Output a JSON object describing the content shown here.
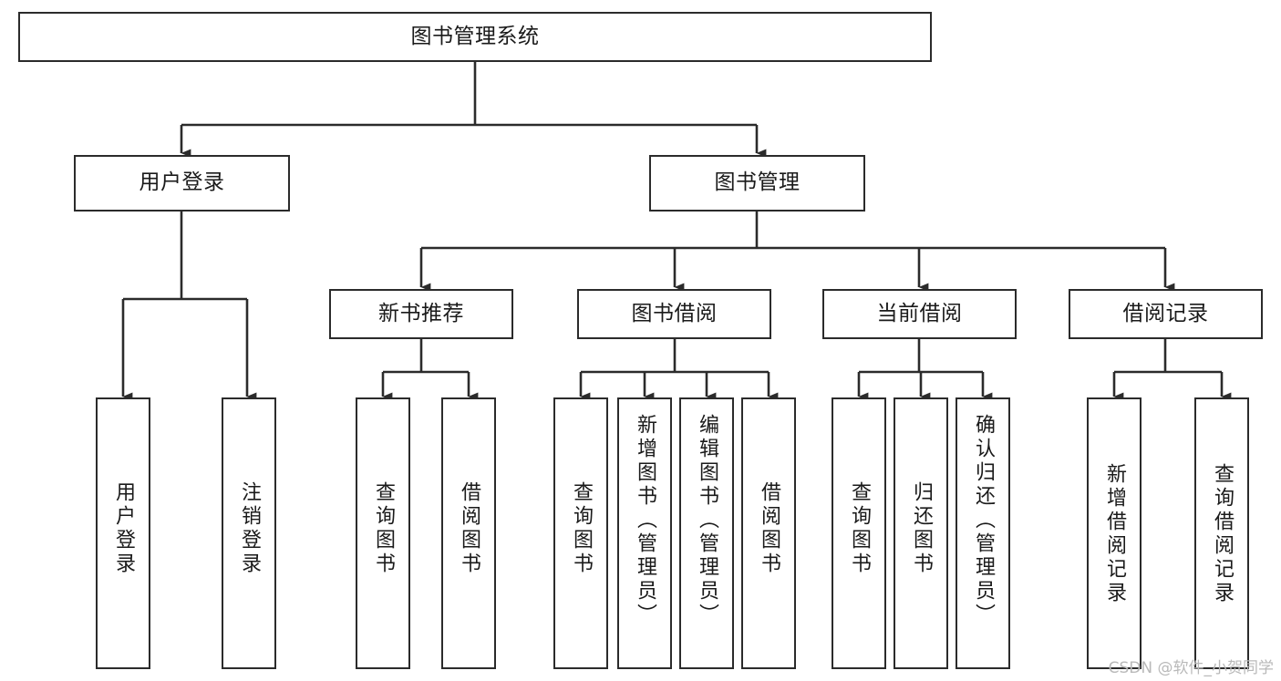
{
  "diagram": {
    "title": "图书管理系统",
    "type": "tree-hierarchy",
    "stroke_color": "#2b2b2b",
    "fill_color": "#ffffff",
    "text_color": "#1a1a1a"
  },
  "root": {
    "label": "图书管理系统"
  },
  "level1": [
    {
      "label": "用户登录"
    },
    {
      "label": "图书管理"
    }
  ],
  "level2": [
    {
      "label": "新书推荐"
    },
    {
      "label": "图书借阅"
    },
    {
      "label": "当前借阅"
    },
    {
      "label": "借阅记录"
    }
  ],
  "leaves": {
    "user_login": [
      {
        "label": "用户登录"
      },
      {
        "label": "注销登录"
      }
    ],
    "new_book_recommend": [
      {
        "label": "查询图书"
      },
      {
        "label": "借阅图书"
      }
    ],
    "book_borrow": [
      {
        "label": "查询图书"
      },
      {
        "label": "新增图书（管理员）"
      },
      {
        "label": "编辑图书（管理员）"
      },
      {
        "label": "借阅图书"
      }
    ],
    "current_borrow": [
      {
        "label": "查询图书"
      },
      {
        "label": "归还图书"
      },
      {
        "label": "确认归还（管理员）"
      }
    ],
    "borrow_record": [
      {
        "label": "新增借阅记录"
      },
      {
        "label": "查询借阅记录"
      }
    ]
  },
  "watermark": {
    "text": "CSDN @软件_小贺同学"
  }
}
